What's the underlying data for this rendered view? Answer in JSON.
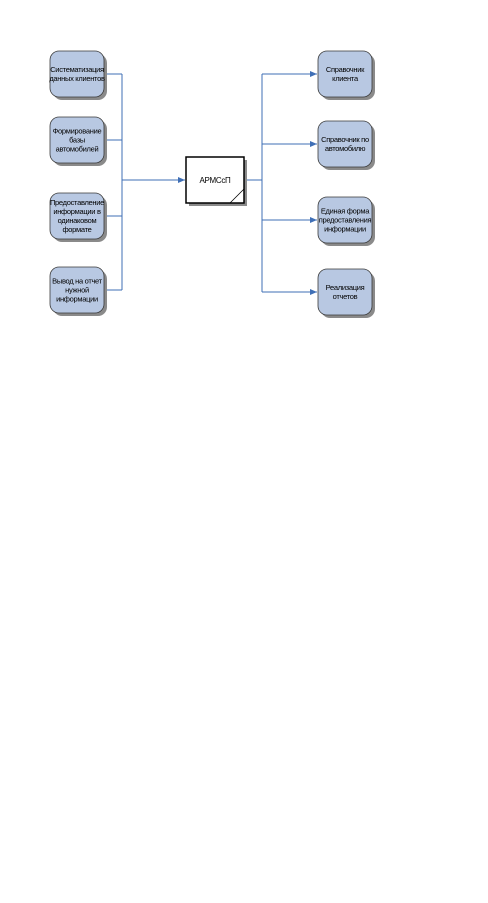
{
  "diagram": {
    "center": {
      "label": "АРМСсП"
    },
    "inputs": [
      {
        "lines": [
          "Систематизация",
          "данных клиентов"
        ]
      },
      {
        "lines": [
          "Формирование",
          "базы",
          "автомобилей"
        ]
      },
      {
        "lines": [
          "Предоставление",
          "информации в",
          "одинаковом",
          "формате"
        ]
      },
      {
        "lines": [
          "Вывод на отчет",
          "нужной",
          "информации"
        ]
      }
    ],
    "outputs": [
      {
        "lines": [
          "Справочник",
          "клиента"
        ]
      },
      {
        "lines": [
          "Справочник по",
          "автомобилю"
        ]
      },
      {
        "lines": [
          "Единая форма",
          "предоставления",
          "информации"
        ]
      },
      {
        "lines": [
          "Реализация",
          "отчетов"
        ]
      }
    ],
    "colors": {
      "node_fill": "#b8c8e2",
      "node_stroke": "#3a3a3a",
      "center_fill": "#ffffff",
      "center_stroke": "#000000",
      "shadow": "#8a8a8a",
      "connector": "#3f6fb6"
    }
  }
}
